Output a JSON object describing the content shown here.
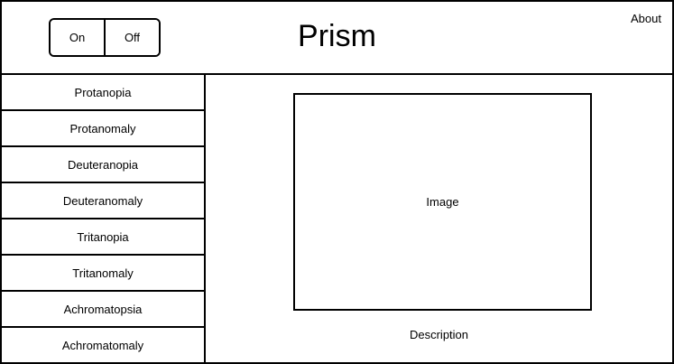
{
  "header": {
    "title": "Prism",
    "about_label": "About",
    "toggle": {
      "on_label": "On",
      "off_label": "Off"
    }
  },
  "sidebar": {
    "items": [
      {
        "label": "Protanopia"
      },
      {
        "label": "Protanomaly"
      },
      {
        "label": "Deuteranopia"
      },
      {
        "label": "Deuteranomaly"
      },
      {
        "label": "Tritanopia"
      },
      {
        "label": "Tritanomaly"
      },
      {
        "label": "Achromatopsia"
      },
      {
        "label": "Achromatomaly"
      }
    ]
  },
  "main": {
    "image_label": "Image",
    "description_label": "Description"
  },
  "colors": {
    "border": "#000000",
    "background": "#ffffff",
    "text": "#000000"
  }
}
